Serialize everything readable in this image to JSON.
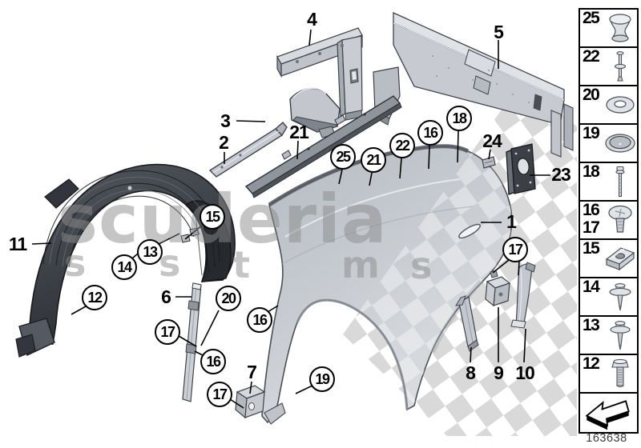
{
  "diagram": {
    "code": "163638",
    "watermark": {
      "brand": "scuderia",
      "letters": [
        "s",
        "s",
        "t",
        "m",
        "s"
      ]
    },
    "callouts": {
      "plain": [
        {
          "n": "4"
        },
        {
          "n": "5"
        },
        {
          "n": "3"
        },
        {
          "n": "2"
        },
        {
          "n": "21"
        },
        {
          "n": "24"
        },
        {
          "n": "23"
        },
        {
          "n": "1"
        },
        {
          "n": "11"
        },
        {
          "n": "6"
        },
        {
          "n": "7"
        },
        {
          "n": "8"
        },
        {
          "n": "9"
        },
        {
          "n": "10"
        }
      ],
      "circled": [
        {
          "n": "25"
        },
        {
          "n": "21"
        },
        {
          "n": "22"
        },
        {
          "n": "16"
        },
        {
          "n": "18"
        },
        {
          "n": "15"
        },
        {
          "n": "13"
        },
        {
          "n": "14"
        },
        {
          "n": "12"
        },
        {
          "n": "20"
        },
        {
          "n": "17"
        },
        {
          "n": "16"
        },
        {
          "n": "16"
        },
        {
          "n": "17"
        },
        {
          "n": "19"
        },
        {
          "n": "17"
        }
      ]
    }
  },
  "legend": {
    "cells": [
      {
        "ref": "25",
        "icon": "buffer-knob"
      },
      {
        "ref": "22",
        "icon": "expanding-rivet"
      },
      {
        "ref": "20",
        "icon": "washer"
      },
      {
        "ref": "19",
        "icon": "cover-cap"
      },
      {
        "ref": "18",
        "icon": "stud-bolt"
      },
      {
        "ref": "16",
        "ref2": "17",
        "icon": "washer-head-screw"
      },
      {
        "ref": "15",
        "icon": "clip-nut"
      },
      {
        "ref": "14",
        "icon": "screw-with-washer"
      },
      {
        "ref": "13",
        "icon": "screw-with-washer"
      },
      {
        "ref": "12",
        "icon": "hex-bolt"
      },
      {
        "icon": "back-arrow"
      }
    ]
  },
  "colors": {
    "line": "#000000",
    "panel_gray": "#c9cdd3",
    "liner_dark": "#3f434a",
    "watermark_gray": "#8c8c8c",
    "checker_gray": "#d9d9d9"
  }
}
